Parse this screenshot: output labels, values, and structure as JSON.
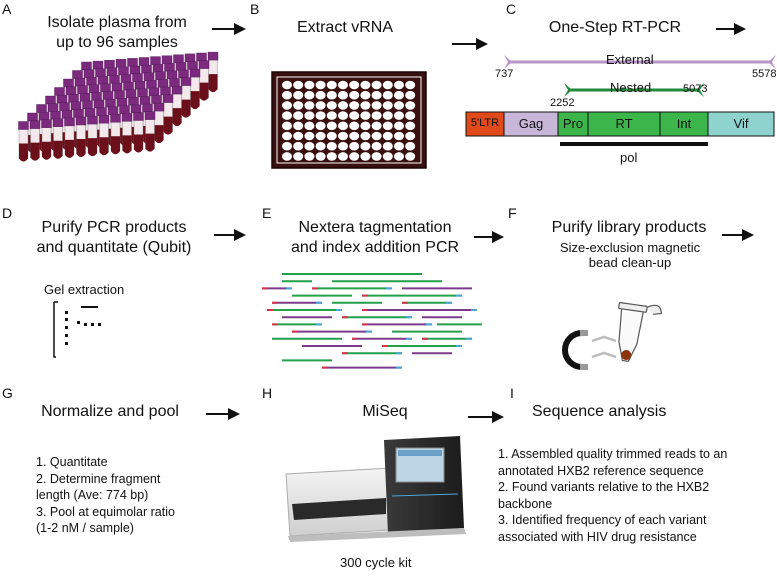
{
  "panels": {
    "A": {
      "label": "A",
      "title_line1": "Isolate plasma from",
      "title_line2": "up to 96 samples"
    },
    "B": {
      "label": "B",
      "title": "Extract vRNA"
    },
    "C": {
      "label": "C",
      "title": "One-Step RT-PCR",
      "external_label": "External",
      "external_start": "737",
      "external_end": "5578",
      "nested_label": "Nested",
      "nested_start": "2252",
      "nested_end": "5073",
      "genes": [
        "5'LTR",
        "Gag",
        "Pro",
        "RT",
        "Int",
        "Vif"
      ],
      "pol_label": "pol"
    },
    "D": {
      "label": "D",
      "title_line1": "Purify PCR products",
      "title_line2": "and quantitate (Qubit)",
      "caption": "Gel extraction"
    },
    "E": {
      "label": "E",
      "title_line1": "Nextera tagmentation",
      "title_line2": "and index addition PCR"
    },
    "F": {
      "label": "F",
      "title": "Purify library products",
      "sub_line1": "Size-exclusion magnetic",
      "sub_line2": "bead clean-up"
    },
    "G": {
      "label": "G",
      "title": "Normalize and pool",
      "steps": [
        "1. Quantitate",
        "2. Determine fragment",
        "length (Ave: 774 bp)",
        "3. Pool at equimolar ratio",
        "(1-2 nM / sample)"
      ]
    },
    "H": {
      "label": "H",
      "title": "MiSeq",
      "caption": "300 cycle kit"
    },
    "I": {
      "label": "I",
      "title": "Sequence analysis",
      "steps": [
        "1. Assembled quality trimmed reads to an",
        "annotated HXB2 reference sequence",
        "2. Found variants relative to the HXB2",
        "backbone",
        "3. Identified frequency of each variant",
        "associated with HIV drug resistance"
      ]
    }
  },
  "colors": {
    "tube_cap": "#7b2a7e",
    "tube_blood": "#6b0f1a",
    "external_primer": "#b895c8",
    "nested_primer": "#1f8a3c",
    "ltr": "#e04a1b",
    "gag": "#c7b6d8",
    "pol_region": "#3cb54a",
    "vif": "#8fd3cf",
    "pol_bar": "#111111",
    "read_green": "#22a04b",
    "read_purple": "#7c3a8c",
    "read_red": "#d6344a",
    "read_blue": "#4aa8d8"
  }
}
